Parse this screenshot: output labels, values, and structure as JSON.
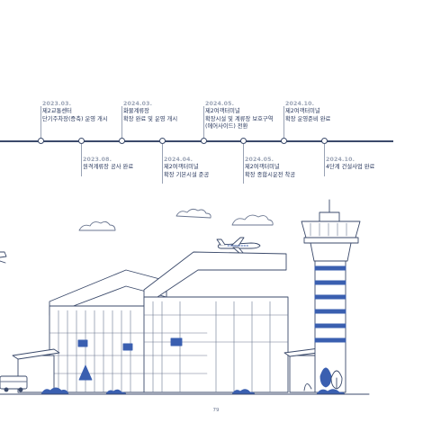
{
  "timeline": {
    "above": [
      {
        "date": "2023.03.",
        "lines": [
          "제2교통센터",
          "단기주차장(증축) 운영 개시"
        ]
      },
      {
        "date": "2024.03.",
        "lines": [
          "화물계류장",
          "확장 완료 및 운영 개시"
        ]
      },
      {
        "date": "2024.05.",
        "lines": [
          "제2여객터미널",
          "확장시설 및 계류장 보호구역",
          "(에어사이드) 전환"
        ]
      },
      {
        "date": "2024.10.",
        "lines": [
          "제2여객터미널",
          "확장 운영준비 완료"
        ]
      }
    ],
    "below": [
      {
        "date": "2023.08.",
        "lines": [
          "원격계류장 공사 완료"
        ]
      },
      {
        "date": "2024.04.",
        "lines": [
          "제2여객터미널",
          "확장 기본시설 준공"
        ]
      },
      {
        "date": "2024.05.",
        "lines": [
          "제2여객터미널",
          "확장 종합시운전 착공"
        ]
      },
      {
        "date": "2024.10.",
        "lines": [
          "4단계 건설사업 완료"
        ]
      }
    ]
  },
  "page_number": "79",
  "colors": {
    "navy": "#1f2f56",
    "line": "#3b4a6b",
    "blue": "#3a5fb0",
    "grey": "#9aa3b5"
  },
  "illustration": {
    "elements": [
      "airport-terminal",
      "control-tower",
      "airplane",
      "clouds",
      "bus",
      "trees"
    ]
  }
}
